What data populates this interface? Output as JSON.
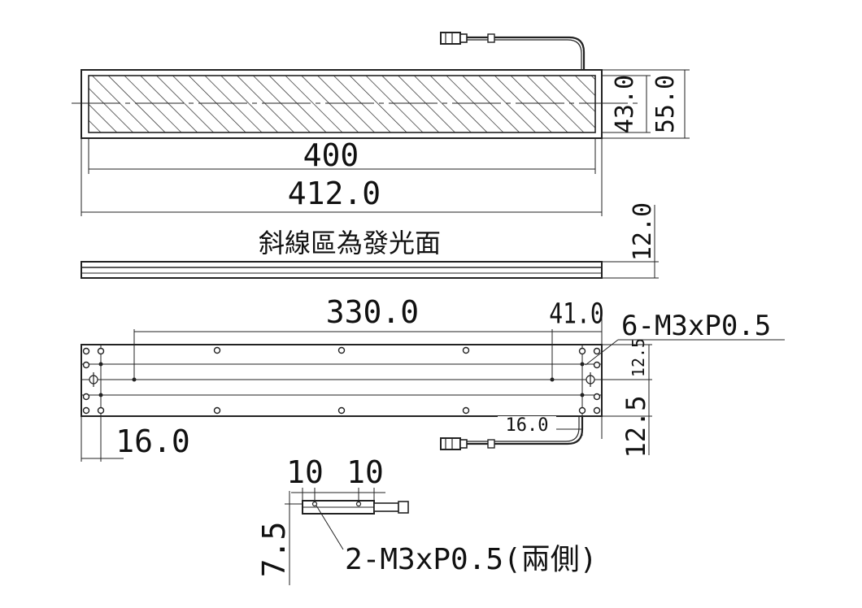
{
  "top_view": {
    "dim_height_inner": "43.0",
    "dim_height_outer": "55.0",
    "dim_width_emitting": "400",
    "dim_width_total": "412.0"
  },
  "side_view": {
    "note": "斜線區為發光面",
    "dim_thickness": "12.0"
  },
  "bottom_view": {
    "dim_hole_span": "330.0",
    "dim_hole_offset_right": "41.0",
    "hole_callout": "6-M3xP0.5",
    "dim_hole_pitch_upper": "12.5",
    "dim_hole_pitch_lower": "12.5",
    "dim_cable_offset": "16.0",
    "dim_left_offset": "16.0"
  },
  "end_view": {
    "dim_left": "10",
    "dim_right": "10",
    "dim_height": "7.5",
    "hole_callout": "2-M3xP0.5(兩側)"
  }
}
